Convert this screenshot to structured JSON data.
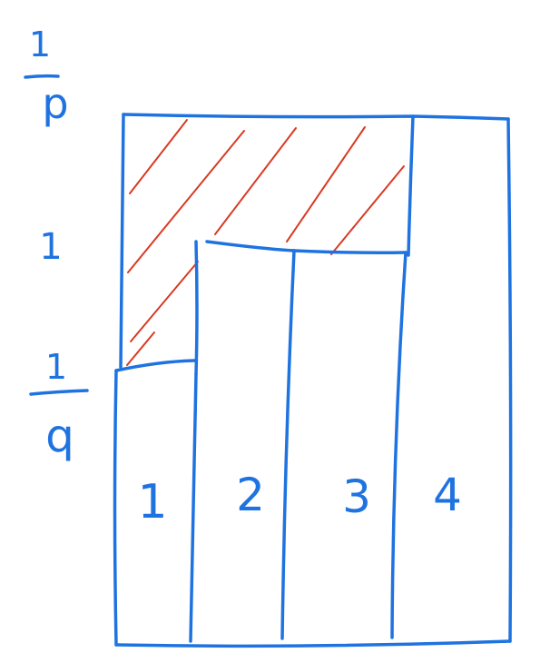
{
  "colors": {
    "ink": "#1f73e0",
    "hatch": "#d93a22",
    "background": "#ffffff"
  },
  "left_labels": {
    "top": {
      "numerator": "1",
      "denominator": "p"
    },
    "middle": "1",
    "bottom": {
      "numerator": "1",
      "denominator": "q"
    }
  },
  "columns": [
    {
      "label": "1"
    },
    {
      "label": "2"
    },
    {
      "label": "3"
    },
    {
      "label": "4"
    }
  ]
}
